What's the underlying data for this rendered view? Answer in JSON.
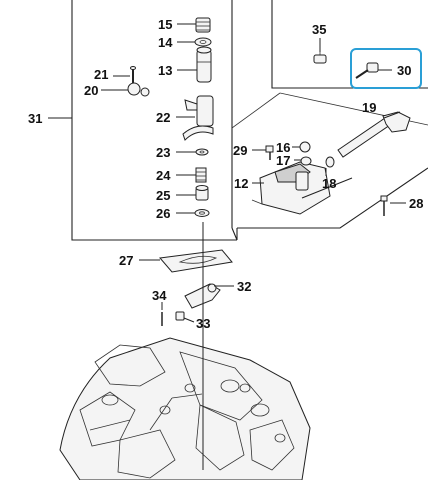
{
  "accent_color": "#2a9fd6",
  "highlighted_part": "30",
  "callouts": {
    "c12": "12",
    "c13": "13",
    "c14": "14",
    "c15": "15",
    "c16": "16",
    "c17": "17",
    "c18": "18",
    "c19": "19",
    "c20": "20",
    "c21": "21",
    "c22": "22",
    "c23": "23",
    "c24": "24",
    "c25": "25",
    "c26": "26",
    "c27": "27",
    "c28": "28",
    "c29": "29",
    "c30": "30",
    "c31": "31",
    "c32": "32",
    "c33": "33",
    "c34": "34",
    "c35": "35"
  }
}
